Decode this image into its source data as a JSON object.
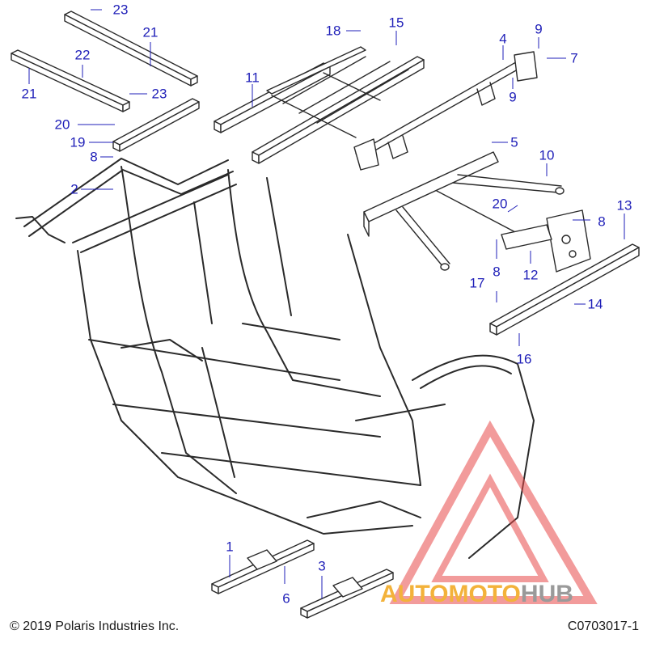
{
  "callouts": [
    {
      "id": "c23a",
      "text": "23"
    },
    {
      "id": "c21a",
      "text": "21"
    },
    {
      "id": "c22",
      "text": "22"
    },
    {
      "id": "c21b",
      "text": "21"
    },
    {
      "id": "c23b",
      "text": "23"
    },
    {
      "id": "c20a",
      "text": "20"
    },
    {
      "id": "c19",
      "text": "19"
    },
    {
      "id": "c8a",
      "text": "8"
    },
    {
      "id": "c2",
      "text": "2"
    },
    {
      "id": "c11",
      "text": "11"
    },
    {
      "id": "c18",
      "text": "18"
    },
    {
      "id": "c15",
      "text": "15"
    },
    {
      "id": "c4",
      "text": "4"
    },
    {
      "id": "c9a",
      "text": "9"
    },
    {
      "id": "c7",
      "text": "7"
    },
    {
      "id": "c9b",
      "text": "9"
    },
    {
      "id": "c5",
      "text": "5"
    },
    {
      "id": "c10",
      "text": "10"
    },
    {
      "id": "c20b",
      "text": "20"
    },
    {
      "id": "c8b",
      "text": "8"
    },
    {
      "id": "c13",
      "text": "13"
    },
    {
      "id": "c8c",
      "text": "8"
    },
    {
      "id": "c12",
      "text": "12"
    },
    {
      "id": "c17",
      "text": "17"
    },
    {
      "id": "c14",
      "text": "14"
    },
    {
      "id": "c16",
      "text": "16"
    },
    {
      "id": "c1",
      "text": "1"
    },
    {
      "id": "c6",
      "text": "6"
    },
    {
      "id": "c3",
      "text": "3"
    }
  ],
  "footer": {
    "copyright": "© 2019 Polaris Industries Inc.",
    "diagram_code": "C0703017-1"
  },
  "watermark": {
    "part1": "AUTOMOTO",
    "part2": "HUB",
    "colors": {
      "red": "#e84a4a",
      "orange": "#f3b23a",
      "gray": "#9a9a9a"
    }
  },
  "colors": {
    "callout": "#1f1fb8",
    "line": "#2a2a2a"
  }
}
